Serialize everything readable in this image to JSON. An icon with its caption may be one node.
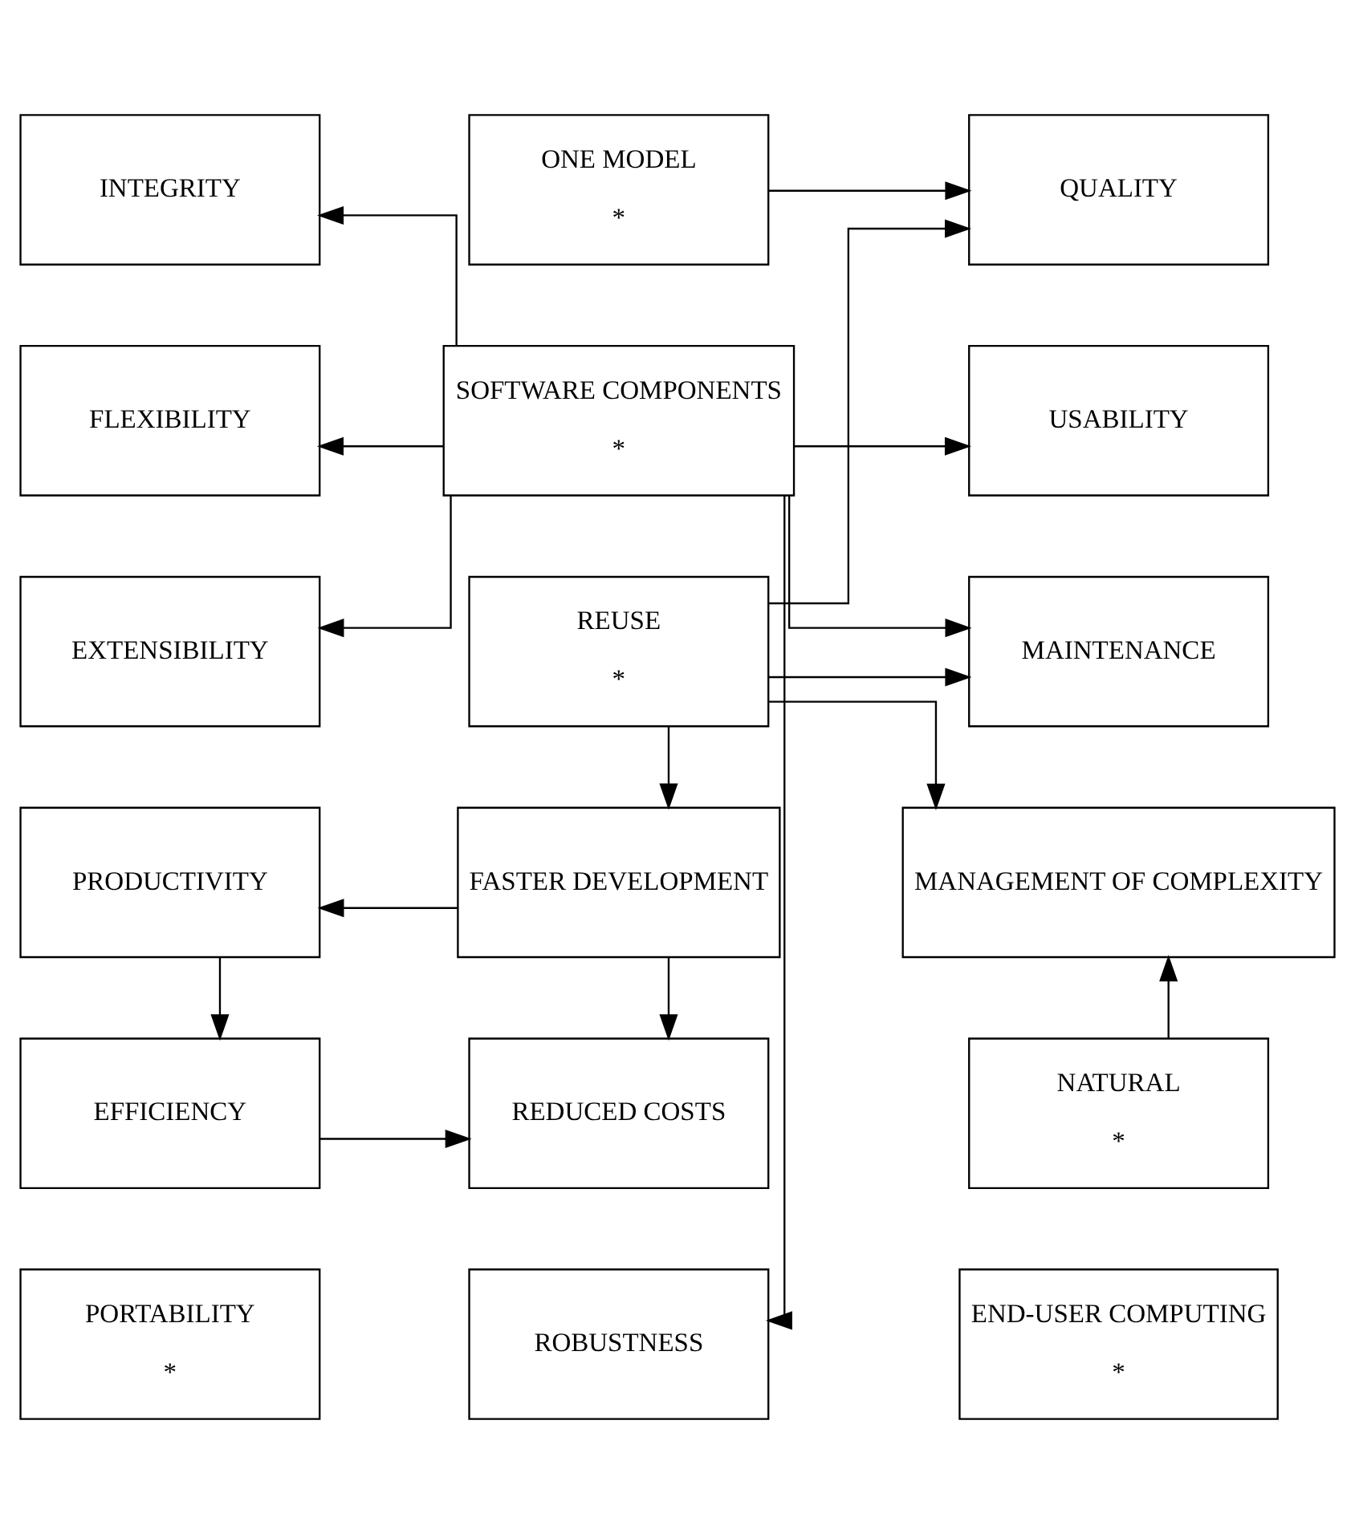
{
  "diagram": {
    "nodes": [
      {
        "text": [
          "INTEGRITY"
        ]
      },
      {
        "text": [
          "ONE MODEL",
          "*"
        ]
      },
      {
        "text": [
          "QUALITY"
        ]
      },
      {
        "text": [
          "FLEXIBILITY"
        ]
      },
      {
        "text": [
          "SOFTWARE COMPONENTS",
          "*"
        ]
      },
      {
        "text": [
          "USABILITY"
        ]
      },
      {
        "text": [
          "EXTENSIBILITY"
        ]
      },
      {
        "text": [
          "REUSE",
          "*"
        ]
      },
      {
        "text": [
          "MAINTENANCE"
        ]
      },
      {
        "text": [
          "PRODUCTIVITY"
        ]
      },
      {
        "text": [
          "FASTER DEVELOPMENT"
        ]
      },
      {
        "text": [
          "MANAGEMENT OF COMPLEXITY"
        ]
      },
      {
        "text": [
          "EFFICIENCY"
        ]
      },
      {
        "text": [
          "REDUCED COSTS"
        ]
      },
      {
        "text": [
          "NATURAL",
          "*"
        ]
      },
      {
        "text": [
          "PORTABILITY",
          "*"
        ]
      },
      {
        "text": [
          "ROBUSTNESS"
        ]
      },
      {
        "text": [
          "END-USER COMPUTING",
          "*"
        ]
      }
    ],
    "edges": [
      {
        "from": 1,
        "to": 2,
        "arrow": "to"
      },
      {
        "from": 7,
        "to": 2,
        "arrow": "to"
      },
      {
        "from": 4,
        "to": 0,
        "arrow": "to"
      },
      {
        "from": 4,
        "to": 3,
        "arrow": "to"
      },
      {
        "from": 4,
        "to": 6,
        "arrow": "to"
      },
      {
        "from": 4,
        "to": 5,
        "arrow": "to"
      },
      {
        "from": 4,
        "to": 8,
        "arrow": "to"
      },
      {
        "from": 7,
        "to": 8,
        "arrow": "to"
      },
      {
        "from": 7,
        "to": 11,
        "arrow": "to"
      },
      {
        "from": 7,
        "to": 10,
        "arrow": "to"
      },
      {
        "from": 10,
        "to": 9,
        "arrow": "to"
      },
      {
        "from": 10,
        "to": 13,
        "arrow": "to"
      },
      {
        "from": 9,
        "to": 12,
        "arrow": "to"
      },
      {
        "from": 12,
        "to": 13,
        "arrow": "to"
      },
      {
        "from": 14,
        "to": 11,
        "arrow": "to"
      },
      {
        "from": 4,
        "to": 16,
        "arrow": "to"
      }
    ]
  }
}
